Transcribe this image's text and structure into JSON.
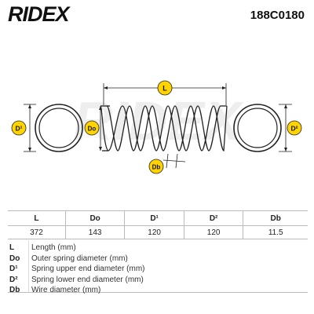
{
  "header": {
    "brand": "RIDEX",
    "part_number": "188C0180"
  },
  "diagram": {
    "labels": {
      "length": "L",
      "outer": "Do",
      "upper": "D¹",
      "lower": "D²",
      "wire": "Db"
    },
    "watermark": "RIDEX"
  },
  "table": {
    "headers": [
      "L",
      "Do",
      "D¹",
      "D²",
      "Db"
    ],
    "values": [
      "372",
      "143",
      "120",
      "120",
      "11.5"
    ]
  },
  "legend": [
    {
      "abbr": "L",
      "desc": "Length (mm)"
    },
    {
      "abbr": "Do",
      "desc": "Outer spring diameter (mm)"
    },
    {
      "abbr": "D¹",
      "desc": "Spring upper end diameter (mm)"
    },
    {
      "abbr": "D²",
      "desc": "Spring lower end diameter (mm)"
    },
    {
      "abbr": "Db",
      "desc": "Wire diameter (mm)"
    }
  ],
  "colors": {
    "badge": "#ffd400",
    "line": "#222222"
  }
}
